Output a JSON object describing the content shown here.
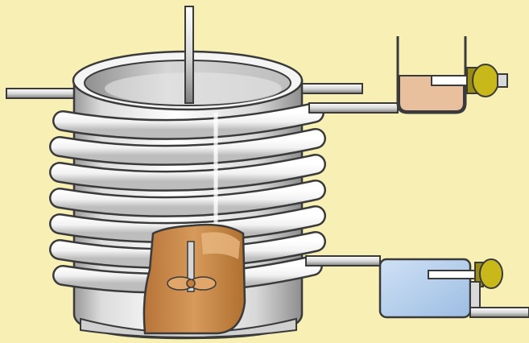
{
  "scene": {
    "colors": {
      "background": "#f7efb4",
      "outline": "#3a3a3a",
      "metal": "#e9e9e9",
      "metal_shadow": "#a9a9a9",
      "hot_fluid": "#c98a4b",
      "cold_fluid": "#a9c8ea",
      "valve_knob": "#c8b81a"
    },
    "parts": [
      {
        "name": "cylindrical-vessel"
      },
      {
        "name": "coiled-tube"
      },
      {
        "name": "stirrer-rod"
      },
      {
        "name": "upper-tank-with-valve"
      },
      {
        "name": "lower-tank-with-valve"
      }
    ]
  }
}
